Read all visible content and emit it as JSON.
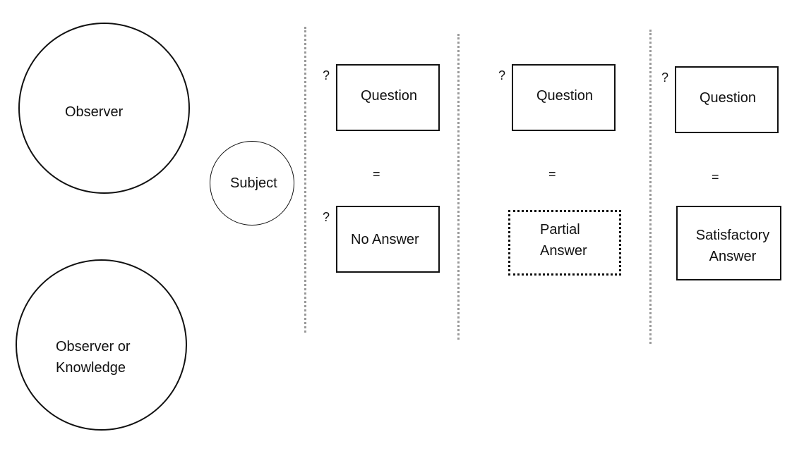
{
  "circles": {
    "observer": "Observer",
    "observer_knowledge": "Observer or\nKnowledge",
    "subject": "Subject"
  },
  "columns": [
    {
      "question_mark": "?",
      "question": "Question",
      "equals": "=",
      "answer_mark": "?",
      "answer": "No Answer",
      "answer_style": "solid"
    },
    {
      "question_mark": "?",
      "question": "Question",
      "equals": "=",
      "answer": "Partial\nAnswer",
      "answer_style": "dotted"
    },
    {
      "question_mark": "?",
      "question": "Question",
      "equals": "=",
      "answer": "Satisfactory\nAnswer",
      "answer_style": "solid"
    }
  ]
}
